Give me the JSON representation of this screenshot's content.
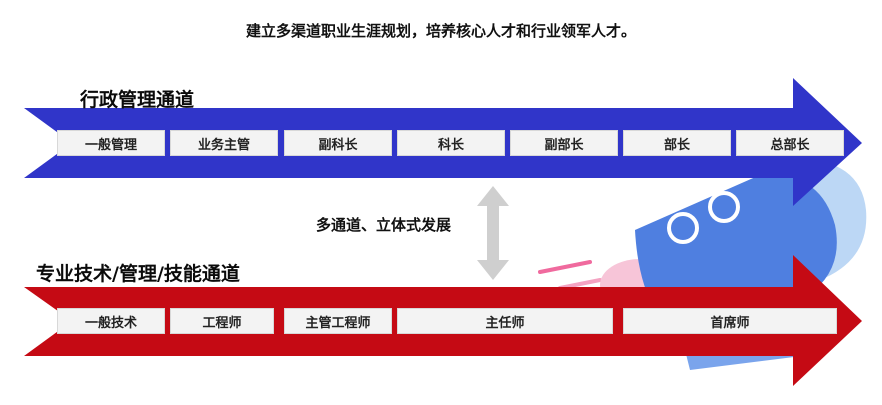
{
  "subtitle": "建立多渠道职业生涯规划，培养核心人才和行业领军人才。",
  "middle_label": "多通道、立体式发展",
  "tracks": [
    {
      "title": "行政管理通道",
      "color": "#3035c9",
      "stages": [
        "一般管理",
        "业务主管",
        "副科长",
        "科长",
        "副部长",
        "部长",
        "总部长"
      ]
    },
    {
      "title": "专业技术/管理/技能通道",
      "color": "#c50a14",
      "stages": [
        "一般技术",
        "工程师",
        "主管工程师",
        "主任师",
        "首席师"
      ]
    }
  ],
  "colors": {
    "rocket_body": "#4f7fe0",
    "rocket_light": "#bcd7f5",
    "flame": "#f4a3c2",
    "double_arrow": "#cfcfcf"
  },
  "icons": [
    "rocket-icon",
    "double-arrow-icon"
  ]
}
